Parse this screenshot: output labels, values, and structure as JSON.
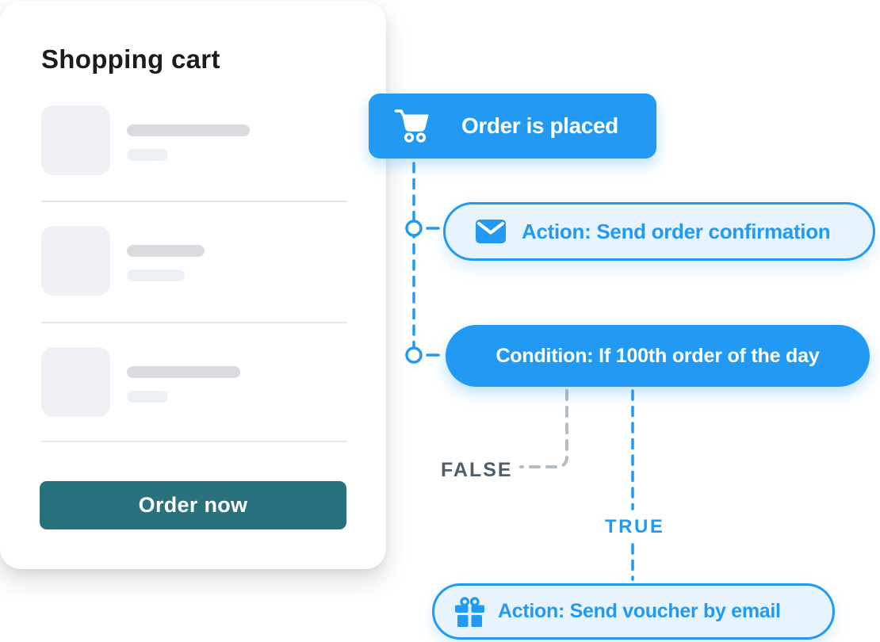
{
  "cart_panel": {
    "title": "Shopping cart",
    "order_button_label": "Order now",
    "placeholder_item_count": 3
  },
  "flow": {
    "trigger": {
      "label": "Order is placed",
      "icon": "shopping-cart-icon"
    },
    "action_confirmation": {
      "label": "Action: Send order confirmation",
      "icon": "envelope-icon"
    },
    "condition": {
      "label": "Condition: If 100th order of the day"
    },
    "false_label": "FALSE",
    "true_label": "TRUE",
    "action_voucher": {
      "label": "Action: Send voucher by email",
      "icon": "gift-icon"
    }
  },
  "colors": {
    "primary_blue": "#229af3",
    "light_blue_fill": "#e7f3fd",
    "teal_button": "#2a717e",
    "false_branch_gray": "#b4bcc4",
    "false_text_gray": "#4e5e6b",
    "placeholder_gray_dark": "#dadbde",
    "placeholder_gray_light": "#edf1f6"
  }
}
